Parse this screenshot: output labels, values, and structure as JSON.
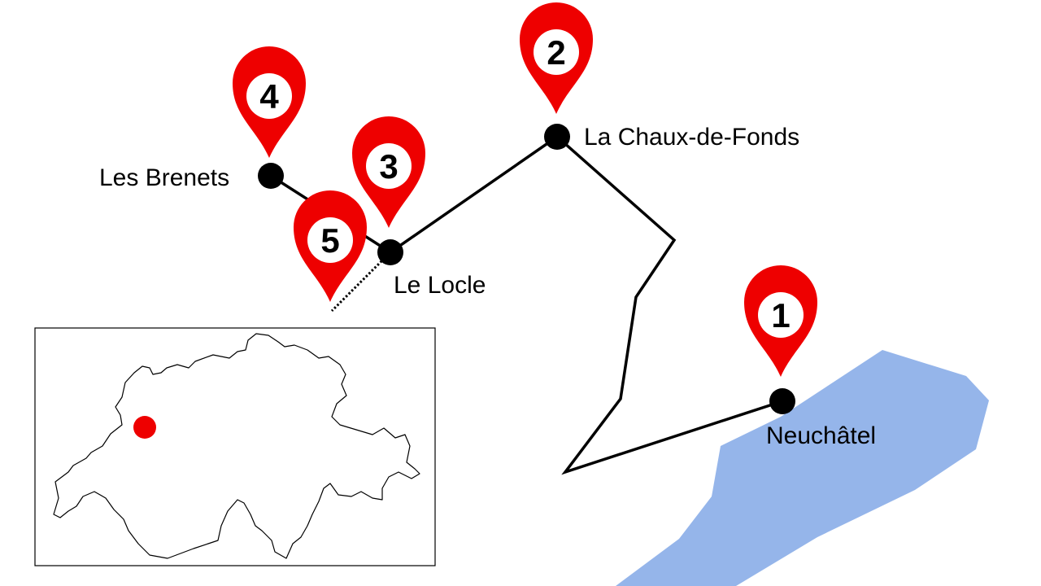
{
  "colors": {
    "lake": "#95b5ea",
    "route": "#000000",
    "pin": "#ee0000",
    "pin_inner": "#ffffff",
    "stop_dot": "#000000",
    "inset_marker": "#ee0000"
  },
  "stops": {
    "neuchatel": {
      "label": "Neuchâtel",
      "pin_number": "1"
    },
    "la_chaux_de_fonds": {
      "label": "La Chaux-de-Fonds",
      "pin_number": "2"
    },
    "le_locle": {
      "label": "Le Locle",
      "pin_number": "3"
    },
    "les_brenets": {
      "label": "Les Brenets",
      "pin_number": "4"
    },
    "col_des_roches": {
      "label": "",
      "pin_number": "5"
    }
  },
  "inset": {
    "country_outline": "switzerland-outline",
    "marker": "location-dot"
  },
  "icons": {
    "pin": "map-pin-icon"
  }
}
